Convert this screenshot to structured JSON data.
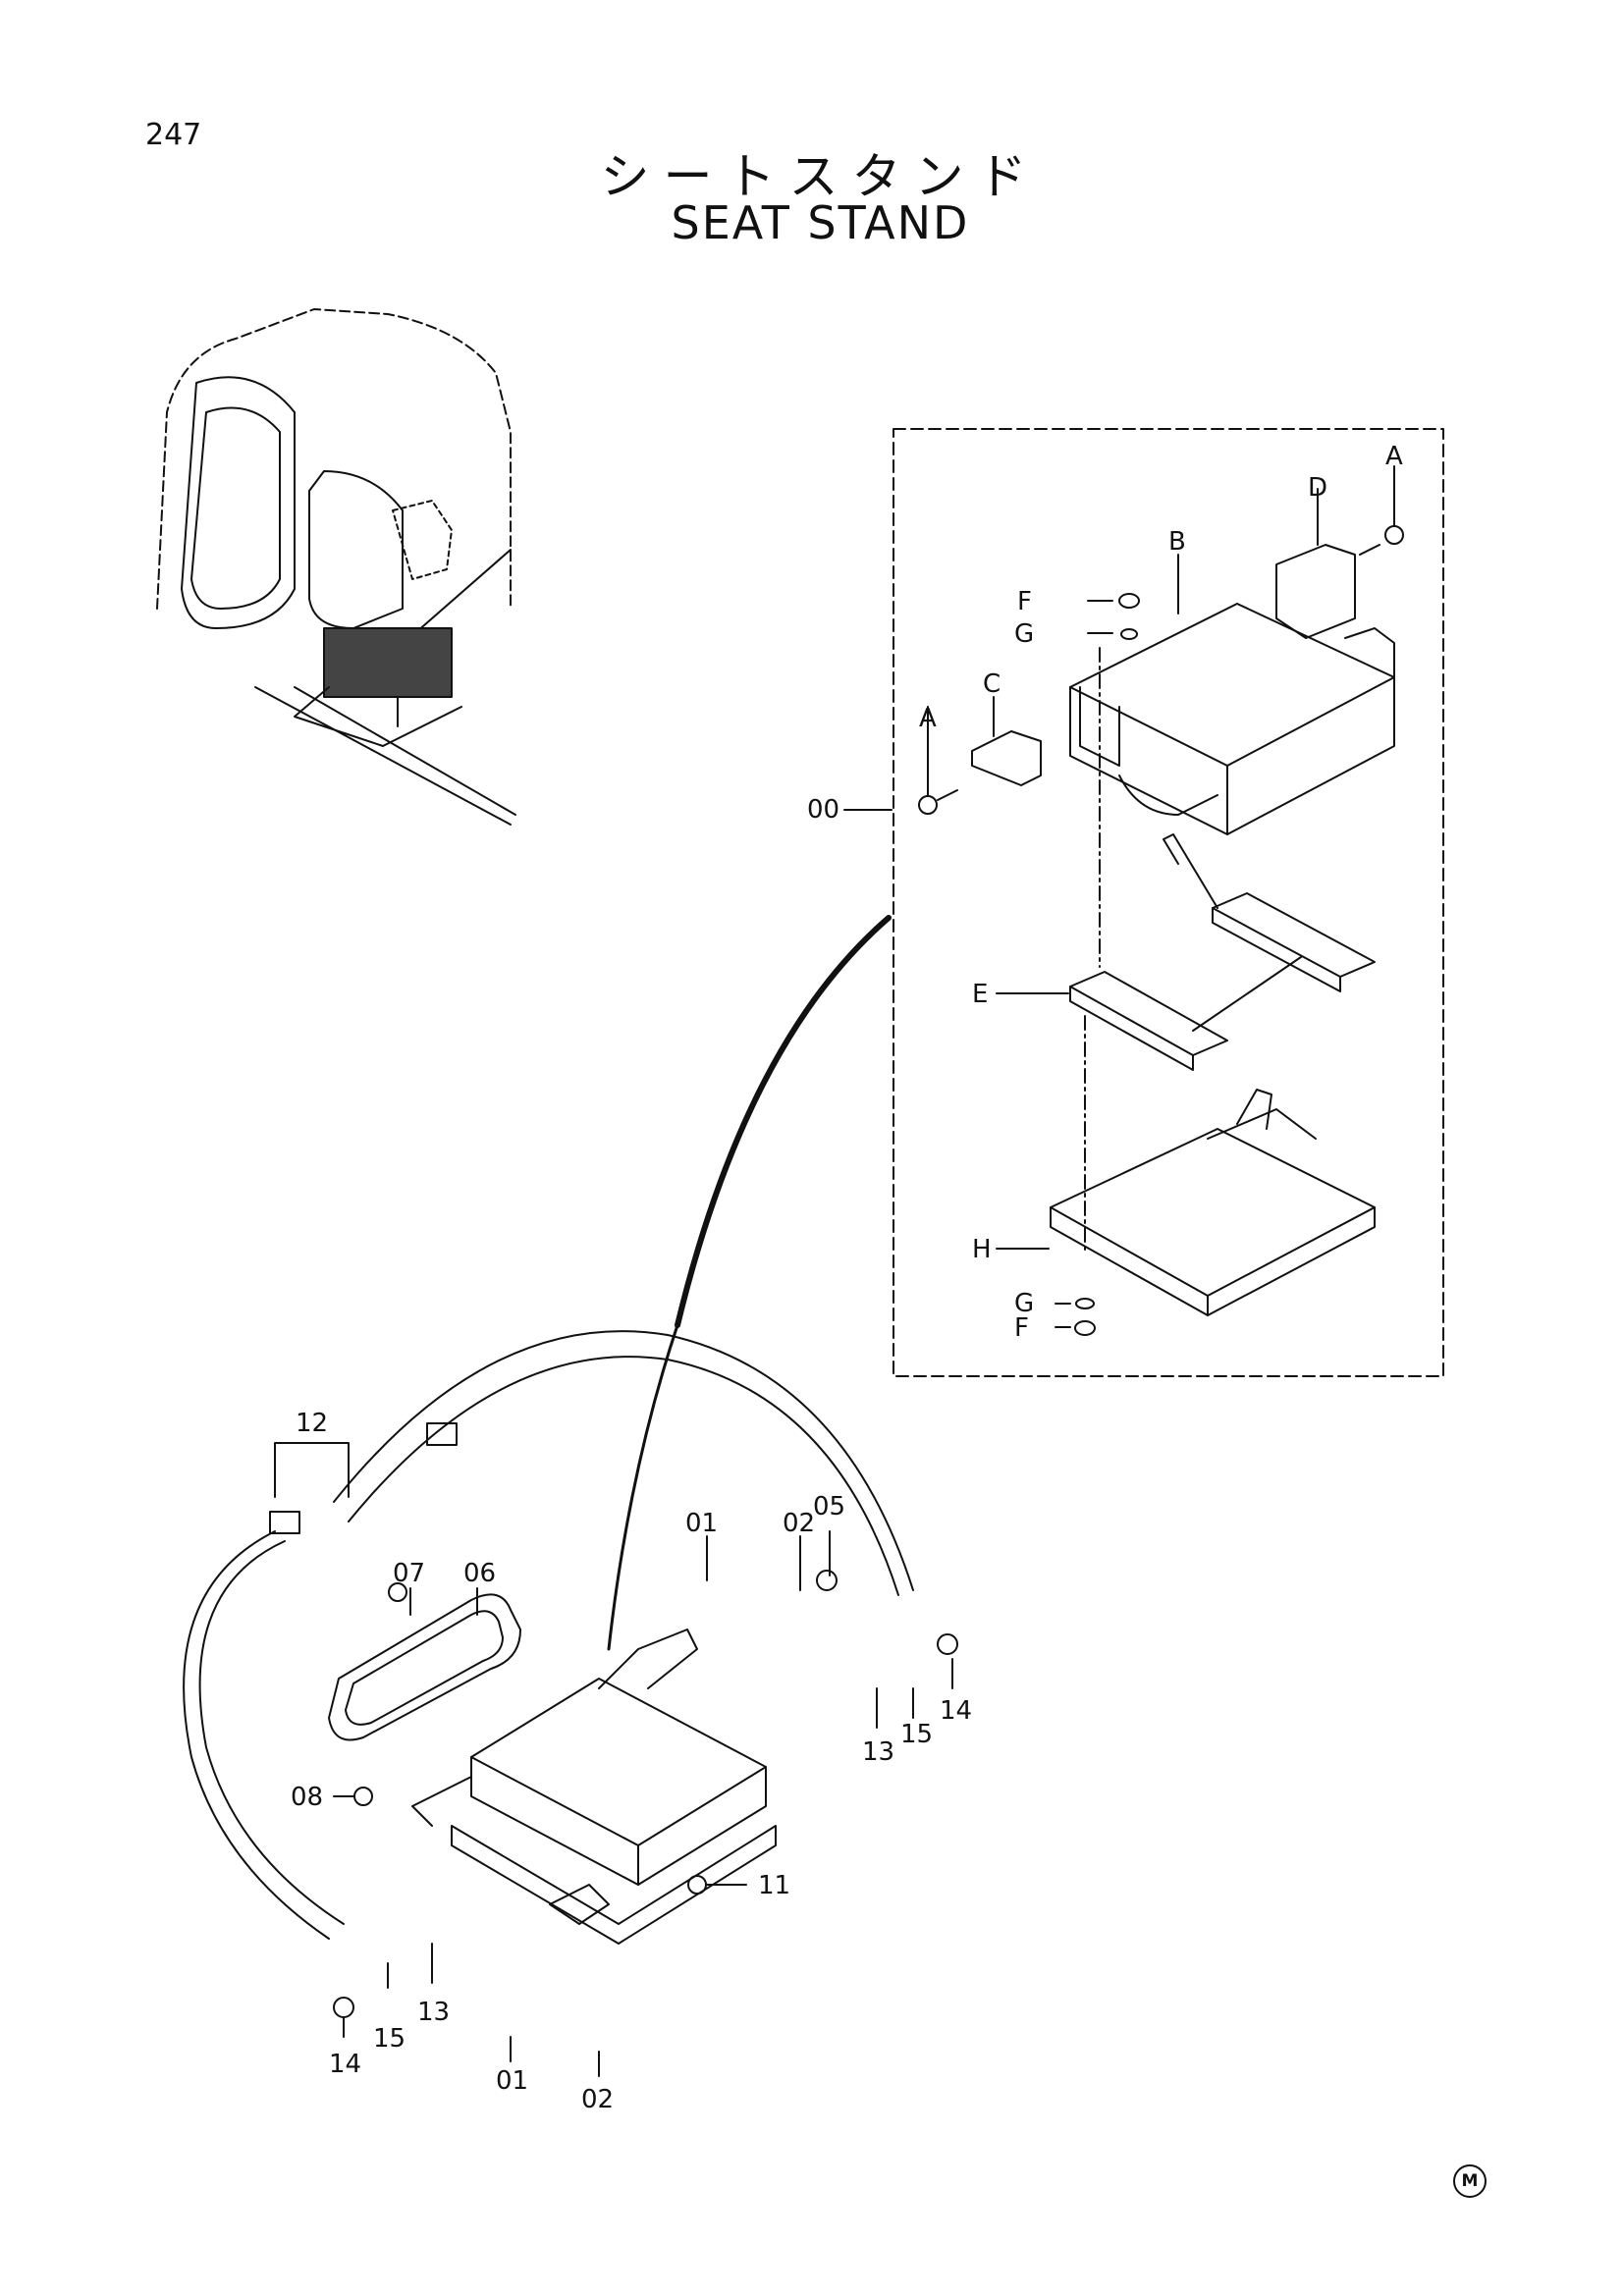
{
  "page_number": "247",
  "title_japanese": "シートスタンド",
  "title_english": "SEAT STAND",
  "maker_mark": "M",
  "callouts": {
    "assembly": "00",
    "a_right": "A",
    "a_left": "A",
    "b": "B",
    "c": "C",
    "d": "D",
    "e": "E",
    "f_top": "F",
    "g_top": "G",
    "h": "H",
    "g_bottom": "G",
    "f_bottom": "F",
    "p12": "12",
    "p07": "07",
    "p06": "06",
    "p01_top": "01",
    "p02_top": "02",
    "p05": "05",
    "p08": "08",
    "p13_right": "13",
    "p15_right": "15",
    "p14_right": "14",
    "p11": "11",
    "p13_left": "13",
    "p15_left": "15",
    "p14_left": "14",
    "p01_bottom": "01",
    "p02_bottom": "02"
  }
}
